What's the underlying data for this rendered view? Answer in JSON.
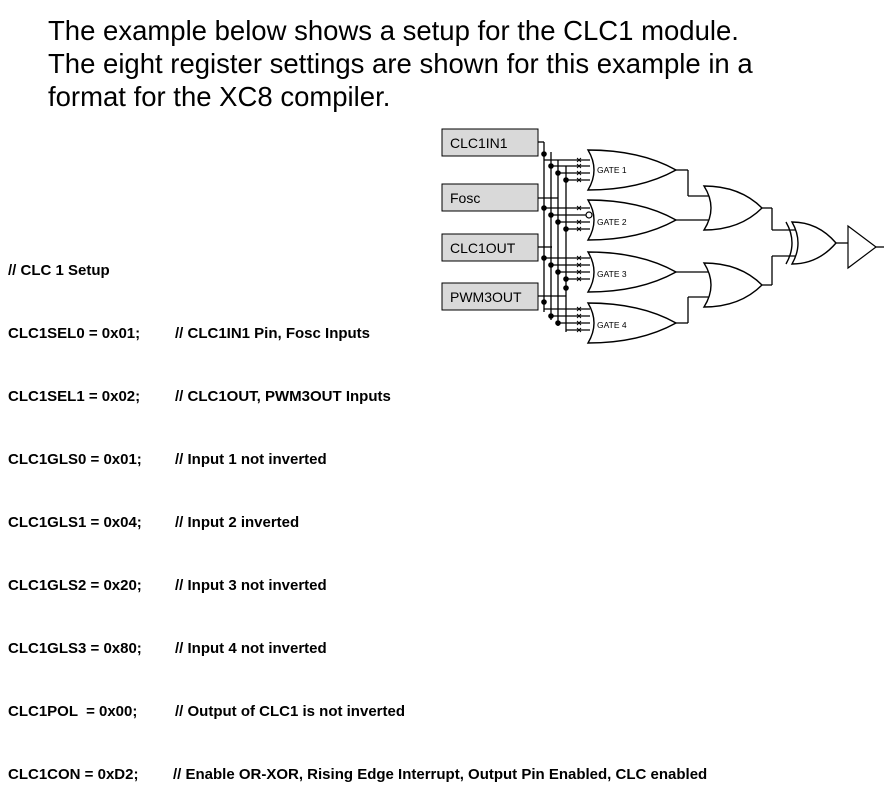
{
  "intro": {
    "lines": [
      "The example below shows a setup for the CLC1 module.",
      "The eight register settings are shown for this example in a",
      "format for the XC8 compiler."
    ]
  },
  "code": {
    "header": "// CLC 1 Setup",
    "lines": [
      {
        "stmt": "CLC1SEL0 = 0x01;",
        "comment": "// CLC1IN1 Pin, Fosc Inputs"
      },
      {
        "stmt": "CLC1SEL1 = 0x02;",
        "comment": "// CLC1OUT, PWM3OUT Inputs"
      },
      {
        "stmt": "CLC1GLS0 = 0x01;",
        "comment": "// Input 1 not inverted"
      },
      {
        "stmt": "CLC1GLS1 = 0x04;",
        "comment": "// Input 2 inverted"
      },
      {
        "stmt": "CLC1GLS2 = 0x20;",
        "comment": "// Input 3 not inverted"
      },
      {
        "stmt": "CLC1GLS3 = 0x80;",
        "comment": "// Input 4 not inverted"
      },
      {
        "stmt": "CLC1POL  = 0x00;",
        "comment": "// Output of CLC1 is not inverted"
      },
      {
        "stmt": "CLC1CON = 0xD2;",
        "comment": "// Enable OR-XOR, Rising Edge Interrupt, Output Pin Enabled, CLC enabled"
      }
    ]
  },
  "diagram": {
    "inputs": [
      "CLC1IN1",
      "Fosc",
      "CLC1OUT",
      "PWM3OUT"
    ],
    "gates": [
      "GATE 1",
      "GATE 2",
      "GATE 3",
      "GATE 4"
    ],
    "colors": {
      "box_fill": "#d9d9d9",
      "stroke": "#000000"
    }
  }
}
